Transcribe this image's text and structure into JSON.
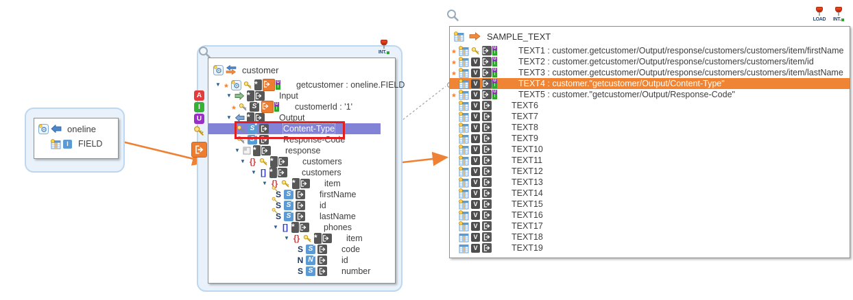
{
  "left_node": {
    "title": "oneline",
    "field_label": "FIELD",
    "field_type_letter": "I"
  },
  "strip": {
    "letters": [
      "A",
      "I",
      "U"
    ]
  },
  "middle_panel": {
    "pin_label": "INT.",
    "root_label": "customer",
    "rows": [
      {
        "label": "getcustomer : oneline.FIELD",
        "indent": 9,
        "icons": [
          "tri",
          "star",
          "gearbox",
          "key-gold",
          "exp-star-orange-ui"
        ]
      },
      {
        "label": "Input",
        "indent": 25,
        "icons": [
          "tri",
          "arrow-in",
          "exp-star-dark"
        ]
      },
      {
        "label": "customerId : '1'",
        "indent": 33,
        "icons": [
          "star",
          "key-gray",
          "s-dark",
          "exp-orange-ui"
        ]
      },
      {
        "label": "Output",
        "indent": 25,
        "icons": [
          "tri",
          "arrow-out",
          "exp-star-dark"
        ]
      },
      {
        "label": "Content-Type",
        "indent": 41,
        "icons": [
          "key-gray",
          "s-blue",
          "exp-dark"
        ],
        "selected": true
      },
      {
        "label": "Response-Code",
        "indent": 41,
        "icons": [
          "key-gray",
          "s-blue",
          "exp-dark"
        ]
      },
      {
        "label": "response",
        "indent": 37,
        "icons": [
          "tri",
          "flag",
          "exp-star-dark"
        ]
      },
      {
        "label": "customers",
        "indent": 45,
        "icons": [
          "tri",
          "braces",
          "key-gold",
          "exp-star-dark"
        ]
      },
      {
        "label": "customers",
        "indent": 61,
        "icons": [
          "tri",
          "brackets",
          "exp-star-dark"
        ]
      },
      {
        "label": "item",
        "indent": 77,
        "icons": [
          "tri",
          "braces",
          "key-gold",
          "exp-star-dark"
        ]
      },
      {
        "label": "firstName",
        "indent": 97,
        "icons": [
          "s-navy-key",
          "s-blue",
          "exp-dark"
        ]
      },
      {
        "label": "id",
        "indent": 97,
        "icons": [
          "s-navy-key",
          "s-blue",
          "exp-dark"
        ]
      },
      {
        "label": "lastName",
        "indent": 97,
        "icons": [
          "s-navy-key",
          "s-blue",
          "exp-dark"
        ]
      },
      {
        "label": "phones",
        "indent": 93,
        "icons": [
          "tri",
          "brackets",
          "exp-star-dark"
        ]
      },
      {
        "label": "item",
        "indent": 109,
        "icons": [
          "tri",
          "braces",
          "key-gold",
          "exp-star-dark"
        ]
      },
      {
        "label": "code",
        "indent": 129,
        "icons": [
          "s-navy",
          "s-blue",
          "exp-dark"
        ]
      },
      {
        "label": "id",
        "indent": 129,
        "icons": [
          "n-navy",
          "n-blue",
          "exp-dark"
        ]
      },
      {
        "label": "number",
        "indent": 129,
        "icons": [
          "s-navy",
          "s-blue",
          "exp-dark"
        ]
      }
    ]
  },
  "right_panel": {
    "pins": [
      "LOAD",
      "INT."
    ],
    "root_label": "SAMPLE_TEXT",
    "rows": [
      {
        "label": "TEXT1 : customer.getcustomer/Output/response/customers/customers/item/firstName",
        "icons": [
          "star",
          "table-key",
          "key-gold",
          "exp-dark-ui"
        ]
      },
      {
        "label": "TEXT2 : customer.getcustomer/Output/response/customers/customers/item/id",
        "icons": [
          "star",
          "table-key",
          "v",
          "exp-dark-ui"
        ]
      },
      {
        "label": "TEXT3 : customer.getcustomer/Output/response/customers/customers/item/lastName",
        "icons": [
          "star",
          "table-key",
          "v",
          "exp-dark-ui"
        ]
      },
      {
        "label": "TEXT4 : customer.\"getcustomer/Output/Content-Type\"",
        "icons": [
          "table-key",
          "v",
          "exp-dark-ui"
        ],
        "selected": true
      },
      {
        "label": "TEXT5 : customer.\"getcustomer/Output/Response-Code\"",
        "icons": [
          "star",
          "table-key",
          "v",
          "exp-dark-ui"
        ]
      },
      {
        "label": "TEXT6",
        "icons": [
          "table-key",
          "v",
          "exp-dark"
        ]
      },
      {
        "label": "TEXT7",
        "icons": [
          "table-key",
          "v",
          "exp-dark"
        ]
      },
      {
        "label": "TEXT8",
        "icons": [
          "table-key",
          "v",
          "exp-dark"
        ]
      },
      {
        "label": "TEXT9",
        "icons": [
          "table-key",
          "v",
          "exp-dark"
        ]
      },
      {
        "label": "TEXT10",
        "icons": [
          "table-key",
          "v",
          "exp-dark"
        ]
      },
      {
        "label": "TEXT11",
        "icons": [
          "table-key",
          "v",
          "exp-dark"
        ]
      },
      {
        "label": "TEXT12",
        "icons": [
          "table-key",
          "v",
          "exp-dark"
        ]
      },
      {
        "label": "TEXT13",
        "icons": [
          "table-key",
          "v",
          "exp-dark"
        ]
      },
      {
        "label": "TEXT14",
        "icons": [
          "table-key",
          "v",
          "exp-dark"
        ]
      },
      {
        "label": "TEXT15",
        "icons": [
          "table-key",
          "v",
          "exp-dark"
        ]
      },
      {
        "label": "TEXT16",
        "icons": [
          "table-key",
          "v",
          "exp-dark"
        ]
      },
      {
        "label": "TEXT17",
        "icons": [
          "table-key",
          "v",
          "exp-dark"
        ]
      },
      {
        "label": "TEXT18",
        "icons": [
          "table-plain",
          "v",
          "exp-dark"
        ]
      },
      {
        "label": "TEXT19",
        "icons": [
          "table-plain",
          "v",
          "exp-dark"
        ]
      }
    ]
  }
}
